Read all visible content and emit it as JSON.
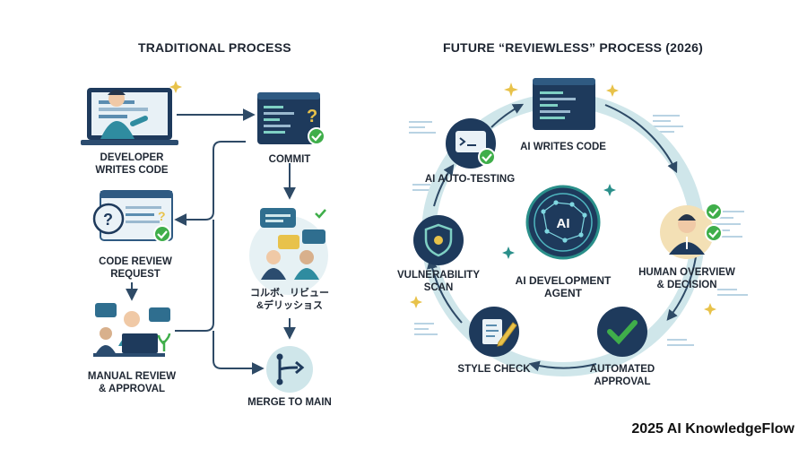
{
  "left_panel": {
    "title": "TRADITIONAL PROCESS",
    "steps": {
      "developer_writes_code": "DEVELOPER\nWRITES CODE",
      "commit": "COMMIT",
      "code_review_request": "CODE REVIEW\nREQUEST",
      "comments_revisions": "コルボ、リビュー\n&デリッショス",
      "manual_review": "MANUAL REVIEW\n& APPROVAL",
      "merge_to_main": "MERGE TO MAIN"
    },
    "icons": {
      "editor_question_mark": "?",
      "review_question_mark": "?",
      "review_question_mark_2": "?"
    }
  },
  "right_panel": {
    "title": "FUTURE “REVIEWLESS” PROCESS (2026)",
    "center": {
      "badge": "AI",
      "label": "AI DEVELOPMENT\nAGENT"
    },
    "steps": {
      "ai_writes_code": "AI WRITES CODE",
      "human_overview": "HUMAN OVERVIEW\n& DECISION",
      "automated_approval": "AUTOMATED\nAPPROVAL",
      "style_check": "STYLE CHECK",
      "vulnerability_scan": "VULNERABILITY\nSCAN",
      "ai_auto_testing": "AI AUTO-TESTING"
    }
  },
  "footer": {
    "credit": "2025 AI KnowledgeFlow"
  },
  "colors": {
    "navy": "#1e3a5c",
    "teal": "#2a8f8a",
    "check_green": "#3fae4a",
    "arrow": "#2e4a66",
    "cycle_ring": "#cfe6ea",
    "accent_yellow": "#e8c24a"
  }
}
